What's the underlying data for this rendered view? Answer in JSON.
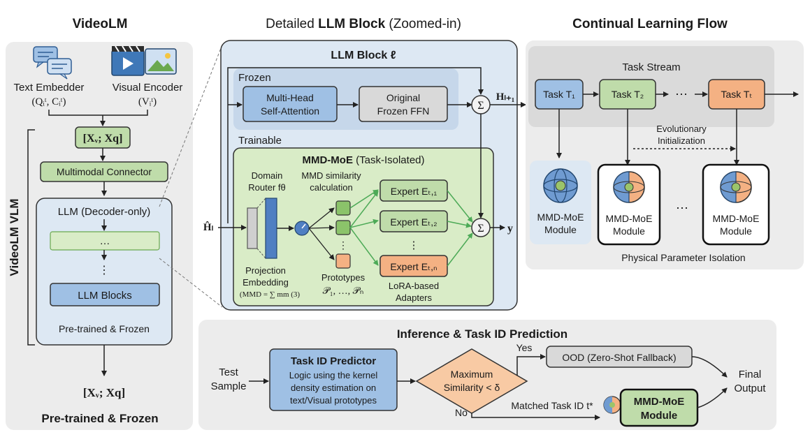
{
  "colors": {
    "panel_gray": "#ececec",
    "panel_blue": "#dde8f3",
    "box_blue": "#9fc0e4",
    "box_green": "#bfdcaa",
    "box_green_light": "#d9ecc7",
    "box_orange": "#f4b183",
    "box_gray": "#d9d9d9",
    "arrow_green": "#4daa57",
    "router_blue": "#4f7fc2",
    "stroke": "#333333"
  },
  "titles": {
    "videolm": "VideoLM",
    "detailed_prefix": "Detailed ",
    "detailed_bold": "LLM Block",
    "detailed_suffix": " (Zoomed-in)",
    "continual": "Continual Learning Flow"
  },
  "left": {
    "text_embedder": "Text Embedder",
    "text_embedder_sym": "(Qᵢᵗ, Cᵢᵗ)",
    "visual_encoder": "Visual Encoder",
    "visual_encoder_sym": "(Vᵢᵗ)",
    "concat": "[Xᵥ; Xq]",
    "connector": "Multimodal Connector",
    "llm_title": "LLM (Decoder-only)",
    "ellipsis_h": "…",
    "ellipsis_v": "⋮",
    "llm_blocks": "LLM Blocks",
    "pretrained_inner": "Pre-trained & Frozen",
    "vertical_label": "VideoLM VLM",
    "output": "[Xᵥ; Xq]",
    "pretrained_bottom": "Pre-trained & Frozen"
  },
  "middle": {
    "block_title": "LLM Block ℓ",
    "frozen": "Frozen",
    "mhsa_1": "Multi-Head",
    "mhsa_2": "Self-Attention",
    "ffn_1": "Original",
    "ffn_2": "Frozen FFN",
    "sum": "Σ",
    "h_next": "Hₗ₊₁",
    "trainable": "Trainable",
    "moe_bold": "MMD-MoE",
    "moe_rest": " (Task-Isolated)",
    "router_1": "Domain",
    "router_2": "Router fθ",
    "mmd_1": "MMD similarity",
    "mmd_2": "calculation",
    "h_in": "Ĥₗ",
    "expert_1": "Expert Eₜ,₁",
    "expert_2": "Expert Eₜ,₂",
    "expert_n": "Expert Eₜ,ₙ",
    "dots_v": "⋮",
    "y": "y",
    "proj_1": "Projection",
    "proj_2": "Embedding",
    "formula": "(MMD = ∑ mm (3)",
    "proto_1": "Prototypes",
    "proto_2": "𝒫₁, …, 𝒫ₙ",
    "lora_1": "LoRA-based",
    "lora_2": "Adapters"
  },
  "right": {
    "task_stream": "Task Stream",
    "task_1": "Task T₁",
    "task_2": "Task T₂",
    "task_dots": "⋯",
    "task_t": "Task Tₜ",
    "evo_1": "Evolutionary",
    "evo_2": "Initialization",
    "module_1a": "MMD-MoE",
    "module_1b": "Module",
    "module_2a": "MMD-MoE",
    "module_2b": "Module",
    "module_dots": "⋯",
    "module_3a": "MMD-MoE",
    "module_3b": "Module",
    "isolation": "Physical Parameter Isolation"
  },
  "inference": {
    "title": "Inference & Task ID Prediction",
    "test_1": "Test",
    "test_2": "Sample",
    "predictor_title": "Task ID Predictor",
    "predictor_1": "Logic using the kernel",
    "predictor_2": "density estimation on",
    "predictor_3": "text/Visual prototypes",
    "diamond_1": "Maximum",
    "diamond_2": "Similarity < δ",
    "yes": "Yes",
    "no": "No",
    "ood": "OOD (Zero-Shot Fallback)",
    "matched": "Matched Task ID t*",
    "module_a": "MMD-MoE",
    "module_b": "Module",
    "final_1": "Final",
    "final_2": "Output"
  }
}
